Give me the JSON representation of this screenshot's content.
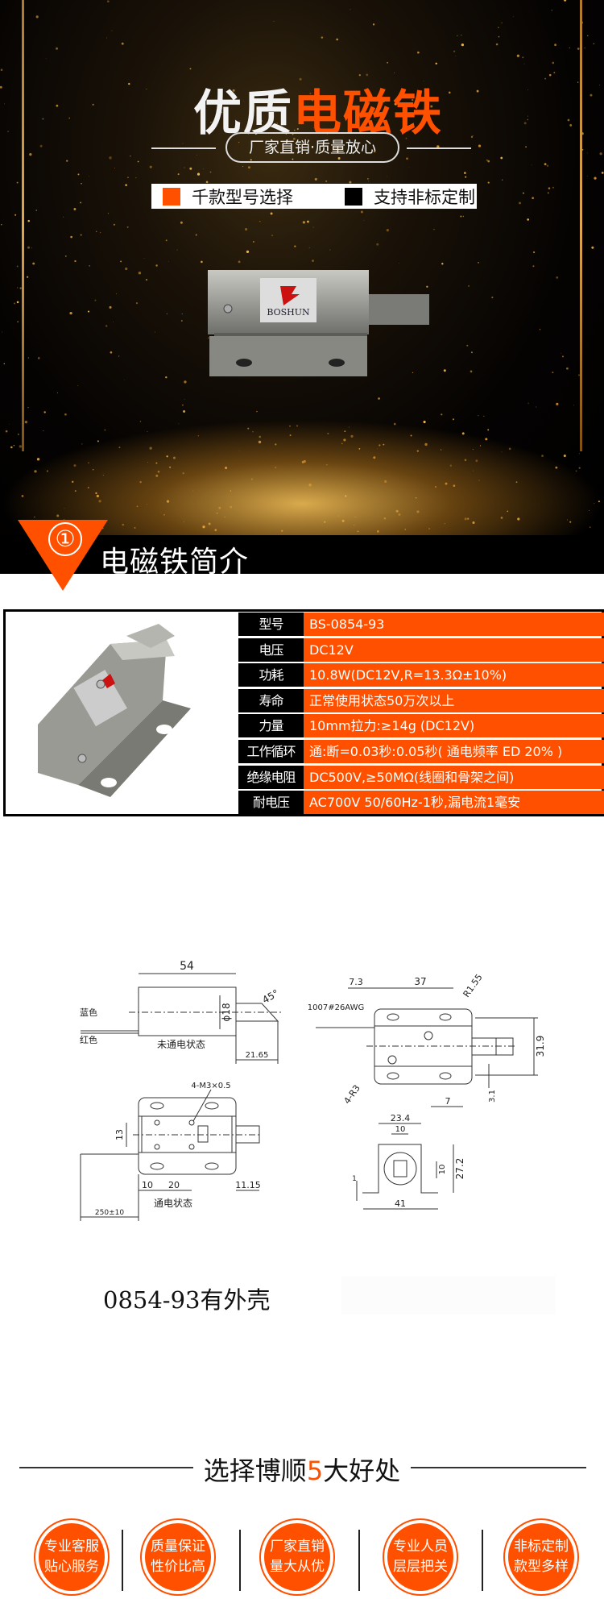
{
  "hero": {
    "title_white": "优质",
    "title_orange": "电磁铁",
    "slogan": "厂家直销·质量放心",
    "feature_1": "千款型号选择",
    "feature_2": "支持非标定制",
    "product_logo": "BOSHUN"
  },
  "colors": {
    "accent": "#ff5000",
    "dark": "#000000",
    "gold": "#e0a850"
  },
  "section": {
    "number": "①",
    "title": "电磁铁简介"
  },
  "specs": [
    {
      "label": "型号",
      "value": "BS-0854-93"
    },
    {
      "label": "电压",
      "value": "DC12V"
    },
    {
      "label": "功耗",
      "value": "10.8W(DC12V,R=13.3Ω±10%)"
    },
    {
      "label": "寿命",
      "value": "正常使用状态50万次以上"
    },
    {
      "label": "力量",
      "value": "10mm拉力:≥14g   (DC12V)"
    },
    {
      "label": "工作循环",
      "value": "通:断=0.03秒:0.05秒( 通电频率 ED 20% )"
    },
    {
      "label": "绝缘电阻",
      "value": "DC500V,≥50MΩ(线圈和骨架之间)"
    },
    {
      "label": "耐电压",
      "value": "AC700V 50/60Hz-1秒,漏电流1毫安"
    }
  ],
  "drawing": {
    "len": "54",
    "dia": "ϕ18",
    "angle": "45°",
    "wire_blue": "蓝色",
    "wire_red": "红色",
    "state_off": "未通电状态",
    "stroke_off": "21.65",
    "screw": "4-M3×0.5",
    "h13": "13",
    "d10": "10",
    "d20": "20",
    "stroke_on": "11.15",
    "state_on": "通电状态",
    "wire_len": "250±10",
    "d73": "7.3",
    "d37": "37",
    "r155": "R1.55",
    "wire_spec": "1007#26AWG",
    "h319": "31.9",
    "r3": "4-R3",
    "d7": "7",
    "d31": "3.1",
    "w234": "23.4",
    "w10": "10",
    "h272": "27.2",
    "h10": "10",
    "t1": "1",
    "w41": "41"
  },
  "model_note": "0854-93有外壳",
  "advantages": {
    "title_a": "选择博顺",
    "title_num": "5",
    "title_b": "大好处",
    "items": [
      {
        "l1": "专业客服",
        "l2": "贴心服务"
      },
      {
        "l1": "质量保证",
        "l2": "性价比高"
      },
      {
        "l1": "厂家直销",
        "l2": "量大从优"
      },
      {
        "l1": "专业人员",
        "l2": "层层把关"
      },
      {
        "l1": "非标定制",
        "l2": "款型多样"
      }
    ]
  }
}
